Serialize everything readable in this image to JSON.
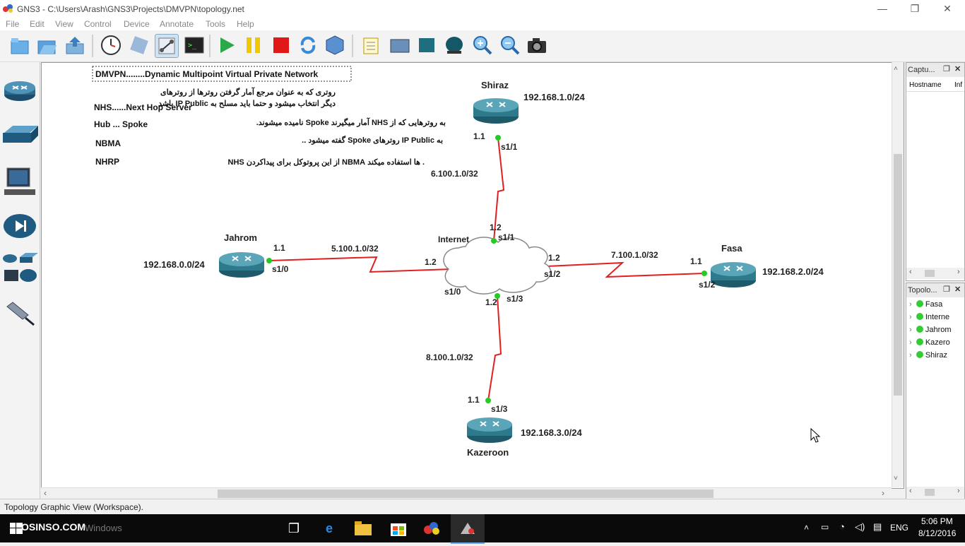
{
  "window": {
    "title": "GNS3 - C:\\Users\\Arash\\GNS3\\Projects\\DMVPN\\topology.net",
    "minimize": "—",
    "maximize": "❐",
    "close": "✕"
  },
  "menu": [
    "File",
    "Edit",
    "View",
    "Control",
    "Device",
    "Annotate",
    "Tools",
    "Help"
  ],
  "annotations": {
    "title_box": "DMVPN........Dynamic Multipoint Virtual Private Network",
    "nhs": "NHS......Next Hop Server",
    "hub_spoke": "Hub ... Spoke",
    "nbma": "NBMA",
    "nhrp": "NHRP",
    "fa_line1": "روتری که به عنوان مرجع آمار گرفتن روترها از روترهای",
    "fa_line2": "دیگر انتخاب میشود و حتما باید مسلح به IP Public باشد",
    "fa_line3": "به روترهایی که از NHS آمار میگیرند Spoke نامیده میشوند.",
    "fa_line4": "به IP Public روترهای Spoke گفته میشود ..",
    "fa_line5": ". ها استفاده میکند NBMA از این پروتوکل برای پیداکردن NHS"
  },
  "nodes": {
    "shiraz": {
      "name": "Shiraz",
      "lan": "192.168.1.0/24",
      "ip": "1.1",
      "iface": "s1/1"
    },
    "jahrom": {
      "name": "Jahrom",
      "lan": "192.168.0.0/24",
      "ip": "1.1",
      "iface": "s1/0"
    },
    "fasa": {
      "name": "Fasa",
      "lan": "192.168.2.0/24",
      "ip": "1.1",
      "iface": "s1/2"
    },
    "kazeroon": {
      "name": "Kazeroon",
      "lan": "192.168.3.0/24",
      "ip": "1.1",
      "iface": "s1/3"
    },
    "internet": {
      "name": "Internet",
      "top_ip": "1.2",
      "top_iface": "s1/1",
      "left_ip": "1.2",
      "left_iface": "s1/0",
      "right_ip": "1.2",
      "right_iface": "s1/2",
      "bottom_ip": "1.2",
      "bottom_iface": "s1/3"
    }
  },
  "links": {
    "shiraz_net": "6.100.1.0/32",
    "jahrom_net": "5.100.1.0/32",
    "fasa_net": "7.100.1.0/32",
    "kazeroon_net": "8.100.1.0/32"
  },
  "capture_panel": {
    "title": "Captu...",
    "col_hostname": "Hostname",
    "col_info": "Inf"
  },
  "topology_panel": {
    "title": "Topolo...",
    "items": [
      "Fasa",
      "Interne",
      "Jahrom",
      "Kazero",
      "Shiraz"
    ]
  },
  "status": "Topology Graphic View (Workspace).",
  "taskbar": {
    "watermark": "OSINSO.COM",
    "search_hint": "Windows",
    "lang": "ENG",
    "time": "5:06 PM",
    "date": "8/12/2016"
  },
  "colors": {
    "link": "#e02020",
    "port_dot": "#22cc22",
    "router": "#3e8ba3"
  }
}
